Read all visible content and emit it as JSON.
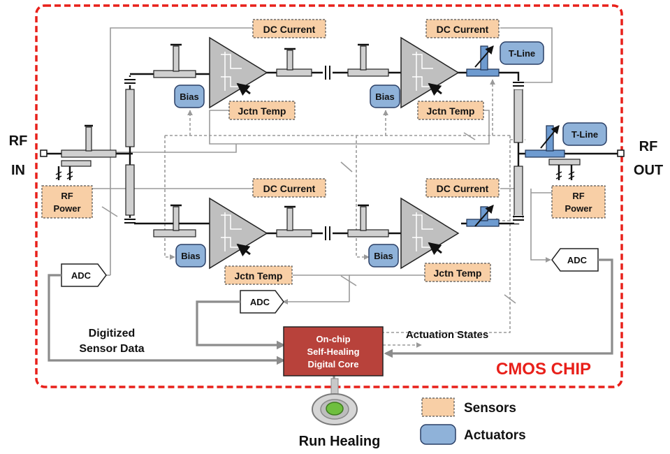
{
  "ports": {
    "rf_in": [
      "RF",
      "IN"
    ],
    "rf_out": [
      "RF",
      "OUT"
    ]
  },
  "chip_label": "CMOS CHIP",
  "sensors": {
    "dc_current": "DC Current",
    "jctn_temp": "Jctn Temp",
    "rf_power": [
      "RF",
      "Power"
    ]
  },
  "actuators": {
    "bias": "Bias",
    "tline": "T-Line"
  },
  "adc": "ADC",
  "core": [
    "On-chip",
    "Self-Healing",
    "Digital Core"
  ],
  "annotations": {
    "digitized": [
      "Digitized",
      "Sensor Data"
    ],
    "actuation": "Actuation States"
  },
  "run_healing": "Run Healing",
  "legend": {
    "sensors": "Sensors",
    "actuators": "Actuators"
  },
  "colors": {
    "chip_border": "#e8201a",
    "sensor_fill": "#f8cfa6",
    "actuator_fill": "#8fb2d9",
    "core_fill": "#b8423b",
    "button_green": "#6fbf3f"
  }
}
